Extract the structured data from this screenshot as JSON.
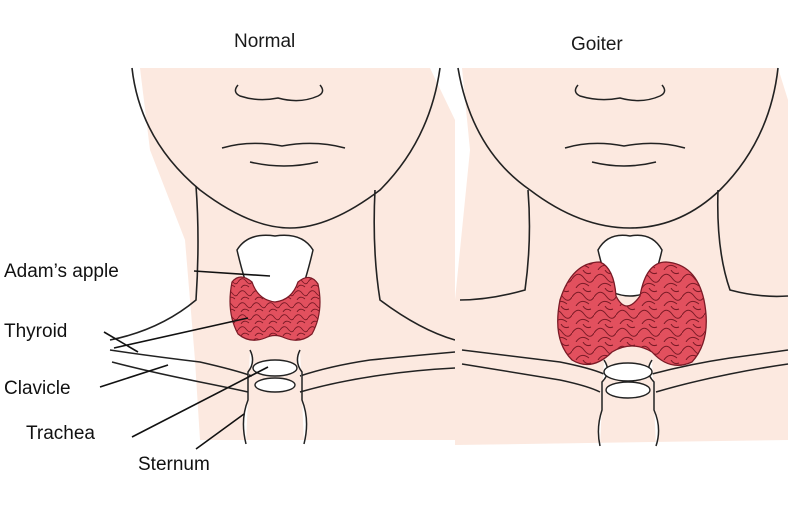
{
  "panels": {
    "normal": {
      "title": "Normal"
    },
    "goiter": {
      "title": "Goiter"
    }
  },
  "labels": {
    "adams_apple": "Adam’s apple",
    "thyroid": "Thyroid",
    "clavicle": "Clavicle",
    "trachea": "Trachea",
    "sternum": "Sternum"
  },
  "colors": {
    "skin": "#fce9e0",
    "thyroid": "#e2505e",
    "outline": "#222222",
    "background": "#ffffff"
  }
}
